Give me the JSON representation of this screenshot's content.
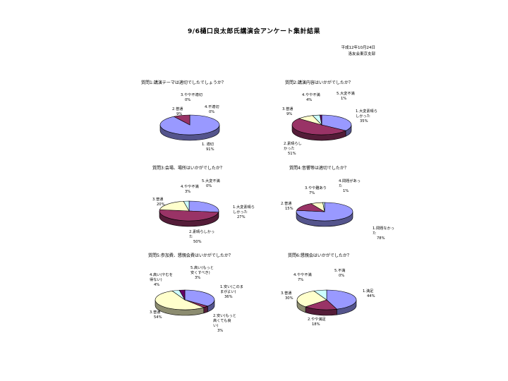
{
  "header": {
    "title": "9/6樋口良太郎氏講演会アンケート集計結果",
    "date": "平成12年10月24日",
    "org": "洛友会東京支部"
  },
  "colors": {
    "c1": "#9999ff",
    "c2": "#993366",
    "c3": "#ffffcc",
    "c4": "#ccffff",
    "c5": "#660066",
    "edge": "#000000"
  },
  "chart_data": [
    {
      "type": "pie",
      "title": "質問1:講演テーマは適切でしたでしょうか？",
      "slices": [
        {
          "label": [
            "1. 適切",
            "91%"
          ],
          "value": 91,
          "color": "#9999ff"
        },
        {
          "label": [
            "2.普通",
            "9%"
          ],
          "value": 9,
          "color": "#993366"
        },
        {
          "label": [
            "3.やや不適切",
            "0%"
          ],
          "value": 0,
          "color": "#ffffcc"
        },
        {
          "label": [
            "4.不適切",
            "0%"
          ],
          "value": 0,
          "color": "#ccffff"
        }
      ]
    },
    {
      "type": "pie",
      "title": "質問2:講演内容はいかがでしたか？",
      "slices": [
        {
          "label": [
            "1.大変素晴ら",
            "しかった",
            "35%"
          ],
          "value": 35,
          "color": "#9999ff"
        },
        {
          "label": [
            "2.素晴らし",
            "かった",
            "51%"
          ],
          "value": 51,
          "color": "#993366"
        },
        {
          "label": [
            "3.普通",
            "9%"
          ],
          "value": 9,
          "color": "#ffffcc"
        },
        {
          "label": [
            "4.やや不満",
            "4%"
          ],
          "value": 4,
          "color": "#ccffff"
        },
        {
          "label": [
            "5.大変不満",
            "1%"
          ],
          "value": 1,
          "color": "#660066"
        }
      ]
    },
    {
      "type": "pie",
      "title": "質問3:会場、場所はいかがでしたか？",
      "slices": [
        {
          "label": [
            "1.大変素晴ら",
            "しかった",
            "27%"
          ],
          "value": 27,
          "color": "#9999ff"
        },
        {
          "label": [
            "2.素晴らしかっ",
            "た",
            "50%"
          ],
          "value": 50,
          "color": "#993366"
        },
        {
          "label": [
            "3.普通",
            "20%"
          ],
          "value": 20,
          "color": "#ffffcc"
        },
        {
          "label": [
            "4.やや不満",
            "3%"
          ],
          "value": 3,
          "color": "#ccffff"
        },
        {
          "label": [
            "5.大変不満",
            "0%"
          ],
          "value": 0,
          "color": "#660066"
        }
      ]
    },
    {
      "type": "pie",
      "title": "質問4:音響等は適切でしたか？",
      "slices": [
        {
          "label": [
            "1.問題なかっ",
            "た",
            "78%"
          ],
          "value": 78,
          "color": "#9999ff"
        },
        {
          "label": [
            "2.普通",
            "15%"
          ],
          "value": 15,
          "color": "#993366"
        },
        {
          "label": [
            "3.やや難あり",
            "7%"
          ],
          "value": 7,
          "color": "#ffffcc"
        },
        {
          "label": [
            "4.問題があっ",
            "た",
            "1%"
          ],
          "value": 1,
          "color": "#ccffff"
        }
      ]
    },
    {
      "type": "pie",
      "title": "質問5:参加費、懇親会費はいかがでしたか？",
      "slices": [
        {
          "label": [
            "1.安い(このま",
            "まがよい)",
            "36%"
          ],
          "value": 36,
          "color": "#9999ff"
        },
        {
          "label": [
            "2.安い(もっと",
            "高くても良",
            "い)",
            "3%"
          ],
          "value": 3,
          "color": "#993366"
        },
        {
          "label": [
            "3.普通",
            "54%"
          ],
          "value": 54,
          "color": "#ffffcc"
        },
        {
          "label": [
            "4.高い(やむを",
            "得ない)",
            "4%"
          ],
          "value": 4,
          "color": "#ccffff"
        },
        {
          "label": [
            "5.高い(もっと",
            "安くすべき)",
            "3%"
          ],
          "value": 3,
          "color": "#660066"
        }
      ]
    },
    {
      "type": "pie",
      "title": "質問6:懇親会はいかがでしたか？",
      "slices": [
        {
          "label": [
            "1.満足",
            "44%"
          ],
          "value": 44,
          "color": "#9999ff"
        },
        {
          "label": [
            "2.やや満足",
            "18%"
          ],
          "value": 18,
          "color": "#993366"
        },
        {
          "label": [
            "3.普通",
            "30%"
          ],
          "value": 30,
          "color": "#ffffcc"
        },
        {
          "label": [
            "4.やや不満",
            "7%"
          ],
          "value": 7,
          "color": "#ccffff"
        },
        {
          "label": [
            "5.不満",
            "0%"
          ],
          "value": 0,
          "color": "#660066"
        }
      ]
    }
  ]
}
